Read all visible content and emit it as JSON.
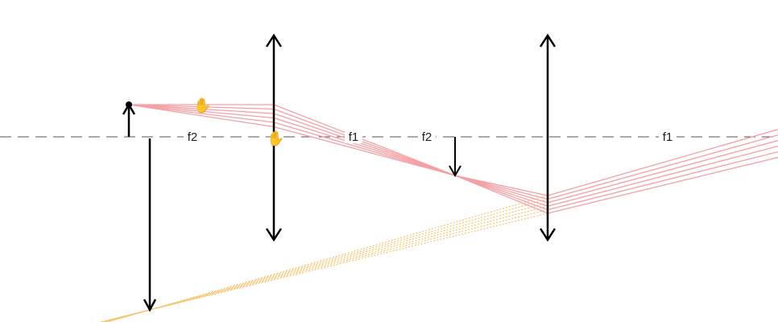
{
  "scene": {
    "type": "two-lens optical ray diagram",
    "colors": {
      "background": "#ffffff",
      "optical_axis": "#555555",
      "lens": "#000000",
      "object": "#000000",
      "image": "#000000",
      "real_rays": "#f4a0a4",
      "virtual_rays": "#f6c36a"
    }
  },
  "labels": {
    "lens1_f_left": "f2",
    "lens1_f_right": "f1",
    "lens2_f_left": "f2",
    "lens2_f_right": "f1"
  },
  "icons": {
    "drag_object": "hand-grab-icon",
    "drag_lens": "hand-grab-icon"
  }
}
